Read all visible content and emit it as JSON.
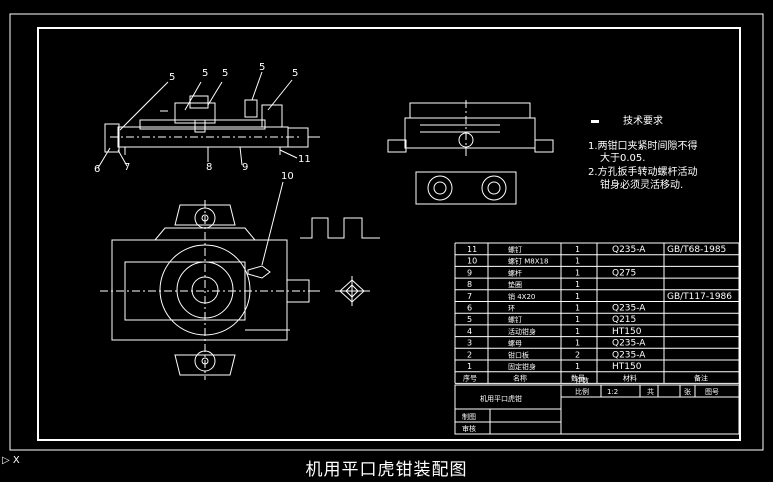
{
  "drawing": {
    "caption": "机用平口虎钳装配图",
    "ucs_label": "X",
    "colors": {
      "background": "#000000",
      "line": "#ffffff",
      "hidden": "#bbbbbb"
    }
  },
  "callouts": {
    "front_view": [
      "5",
      "5",
      "5",
      "5",
      "5",
      "6",
      "7",
      "8",
      "9",
      "11"
    ],
    "plan_view": [
      "10"
    ]
  },
  "tech_req": {
    "title": "技术要求",
    "item1_line1": "1.两钳口夹紧时间隙不得",
    "item1_line2": "大于0.05.",
    "item2_line1": "2.方孔扳手转动螺杆活动",
    "item2_line2": "钳身必须灵活移动."
  },
  "bom": {
    "rows": [
      {
        "no": "11",
        "name": "螺钉",
        "qty": "1",
        "material": "Q235-A",
        "std": "GB/T68-1985"
      },
      {
        "no": "10",
        "name": "螺钉 M8X18",
        "qty": "1",
        "material": "",
        "std": ""
      },
      {
        "no": "9",
        "name": "螺杆",
        "qty": "1",
        "material": "Q275",
        "std": ""
      },
      {
        "no": "8",
        "name": "垫圈",
        "qty": "1",
        "material": "",
        "std": ""
      },
      {
        "no": "7",
        "name": "销 4X20",
        "qty": "1",
        "material": "",
        "std": "GB/T117-1986"
      },
      {
        "no": "6",
        "name": "环",
        "qty": "1",
        "material": "Q235-A",
        "std": ""
      },
      {
        "no": "5",
        "name": "螺钉",
        "qty": "1",
        "material": "Q215",
        "std": ""
      },
      {
        "no": "4",
        "name": "活动钳身",
        "qty": "1",
        "material": "HT150",
        "std": ""
      },
      {
        "no": "3",
        "name": "螺母",
        "qty": "1",
        "material": "Q235-A",
        "std": ""
      },
      {
        "no": "2",
        "name": "钳口板",
        "qty": "2",
        "material": "Q235-A",
        "std": ""
      },
      {
        "no": "1",
        "name": "固定钳身",
        "qty": "1",
        "material": "HT150",
        "std": ""
      }
    ],
    "header": {
      "no": "序号",
      "name": "名称",
      "qty": "数量",
      "material": "材料",
      "std": "备注"
    },
    "title_block": {
      "assembly_name": "机用平口虎钳",
      "scale_label": "比例",
      "scale_value": "1:2",
      "sheet_label": "共",
      "sheet_label2": "张",
      "drawing_no_label": "图号",
      "material_label": "件数",
      "drawn_label": "制图",
      "checked_label": "审核"
    }
  }
}
